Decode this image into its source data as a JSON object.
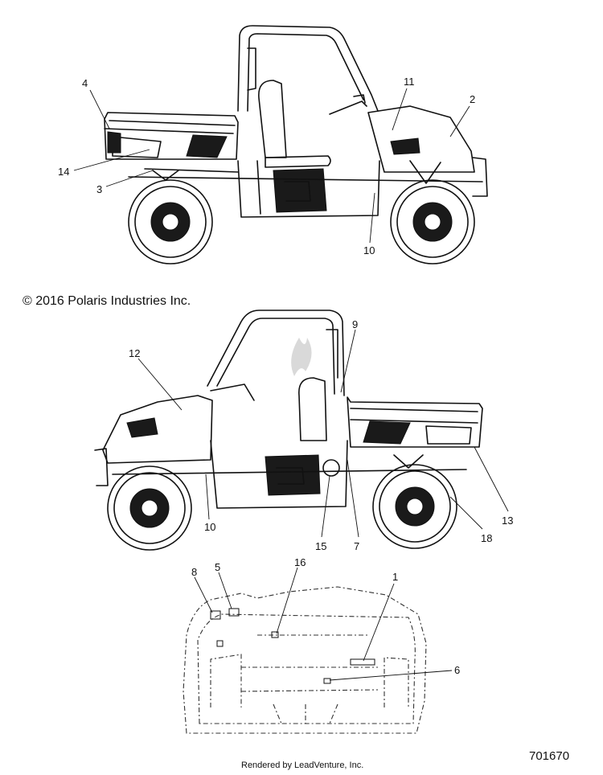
{
  "copyright": "© 2016 Polaris Industries Inc.",
  "rendered_by": "Rendered by LeadVenture, Inc.",
  "part_number": "701670",
  "callouts": {
    "c1": "1",
    "c2": "2",
    "c3": "3",
    "c4": "4",
    "c5": "5",
    "c6": "6",
    "c7": "7",
    "c8": "8",
    "c9": "9",
    "c10a": "10",
    "c10b": "10",
    "c11": "11",
    "c12": "12",
    "c13": "13",
    "c14": "14",
    "c15": "15",
    "c16": "16",
    "c18": "18"
  }
}
